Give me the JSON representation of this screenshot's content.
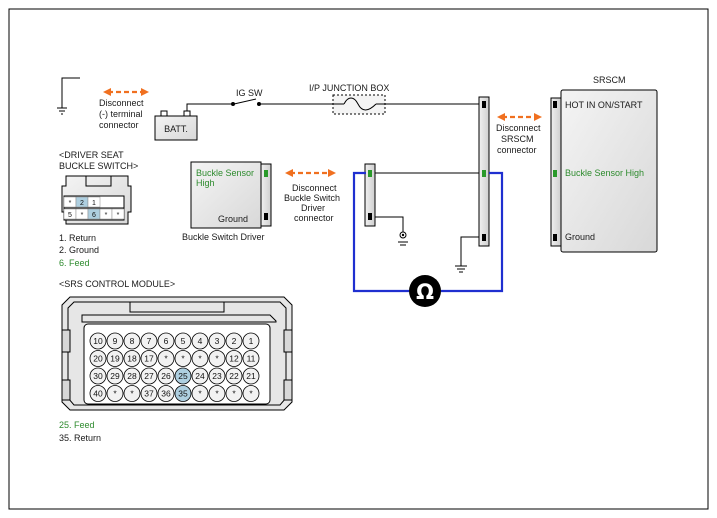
{
  "terminal": {
    "disconnect": [
      "Disconnect",
      "(-) terminal",
      "connector"
    ]
  },
  "battery": {
    "label": "BATT."
  },
  "ig_sw": {
    "label": "IG SW"
  },
  "junction_box": {
    "label": "I/P JUNCTION BOX"
  },
  "srscm_connector": {
    "disconnect": [
      "Disconnect",
      "SRSCM",
      "connector"
    ]
  },
  "srscm": {
    "title": "SRSCM",
    "pins": [
      "HOT IN ON/START",
      "Buckle Sensor High",
      "Ground"
    ]
  },
  "buckle_driver": {
    "pins": [
      "Buckle Sensor",
      "High",
      "Ground"
    ],
    "caption": "Buckle Switch Driver",
    "disconnect": [
      "Disconnect",
      "Buckle Switch",
      "Driver",
      "connector"
    ]
  },
  "ohmmeter": {
    "symbol": "Ω"
  },
  "driver_seat_switch": {
    "title": [
      "<DRIVER SEAT",
      "BUCKLE SWITCH>"
    ],
    "top_row": [
      "*",
      "2",
      "1"
    ],
    "bottom_row": [
      "5",
      "*",
      "6",
      "*",
      "*"
    ],
    "legend": [
      "1. Return",
      "2. Ground",
      "6. Feed"
    ]
  },
  "srs_module": {
    "title": "<SRS CONTROL MODULE>",
    "rows": [
      [
        "10",
        "9",
        "8",
        "7",
        "6",
        "5",
        "4",
        "3",
        "2",
        "1"
      ],
      [
        "20",
        "19",
        "18",
        "17",
        "*",
        "*",
        "*",
        "*",
        "12",
        "11"
      ],
      [
        "30",
        "29",
        "28",
        "27",
        "26",
        "25",
        "24",
        "23",
        "22",
        "21"
      ],
      [
        "40",
        "*",
        "*",
        "37",
        "36",
        "35",
        "*",
        "*",
        "*",
        "*"
      ]
    ],
    "legend": [
      "25. Feed",
      "35. Return"
    ]
  },
  "colors": {
    "highlight_text": "#2e8b2e",
    "measure_wire": "#1f2fd0",
    "arrow": "#f07020",
    "pin_highlight": "#aecfe0"
  }
}
